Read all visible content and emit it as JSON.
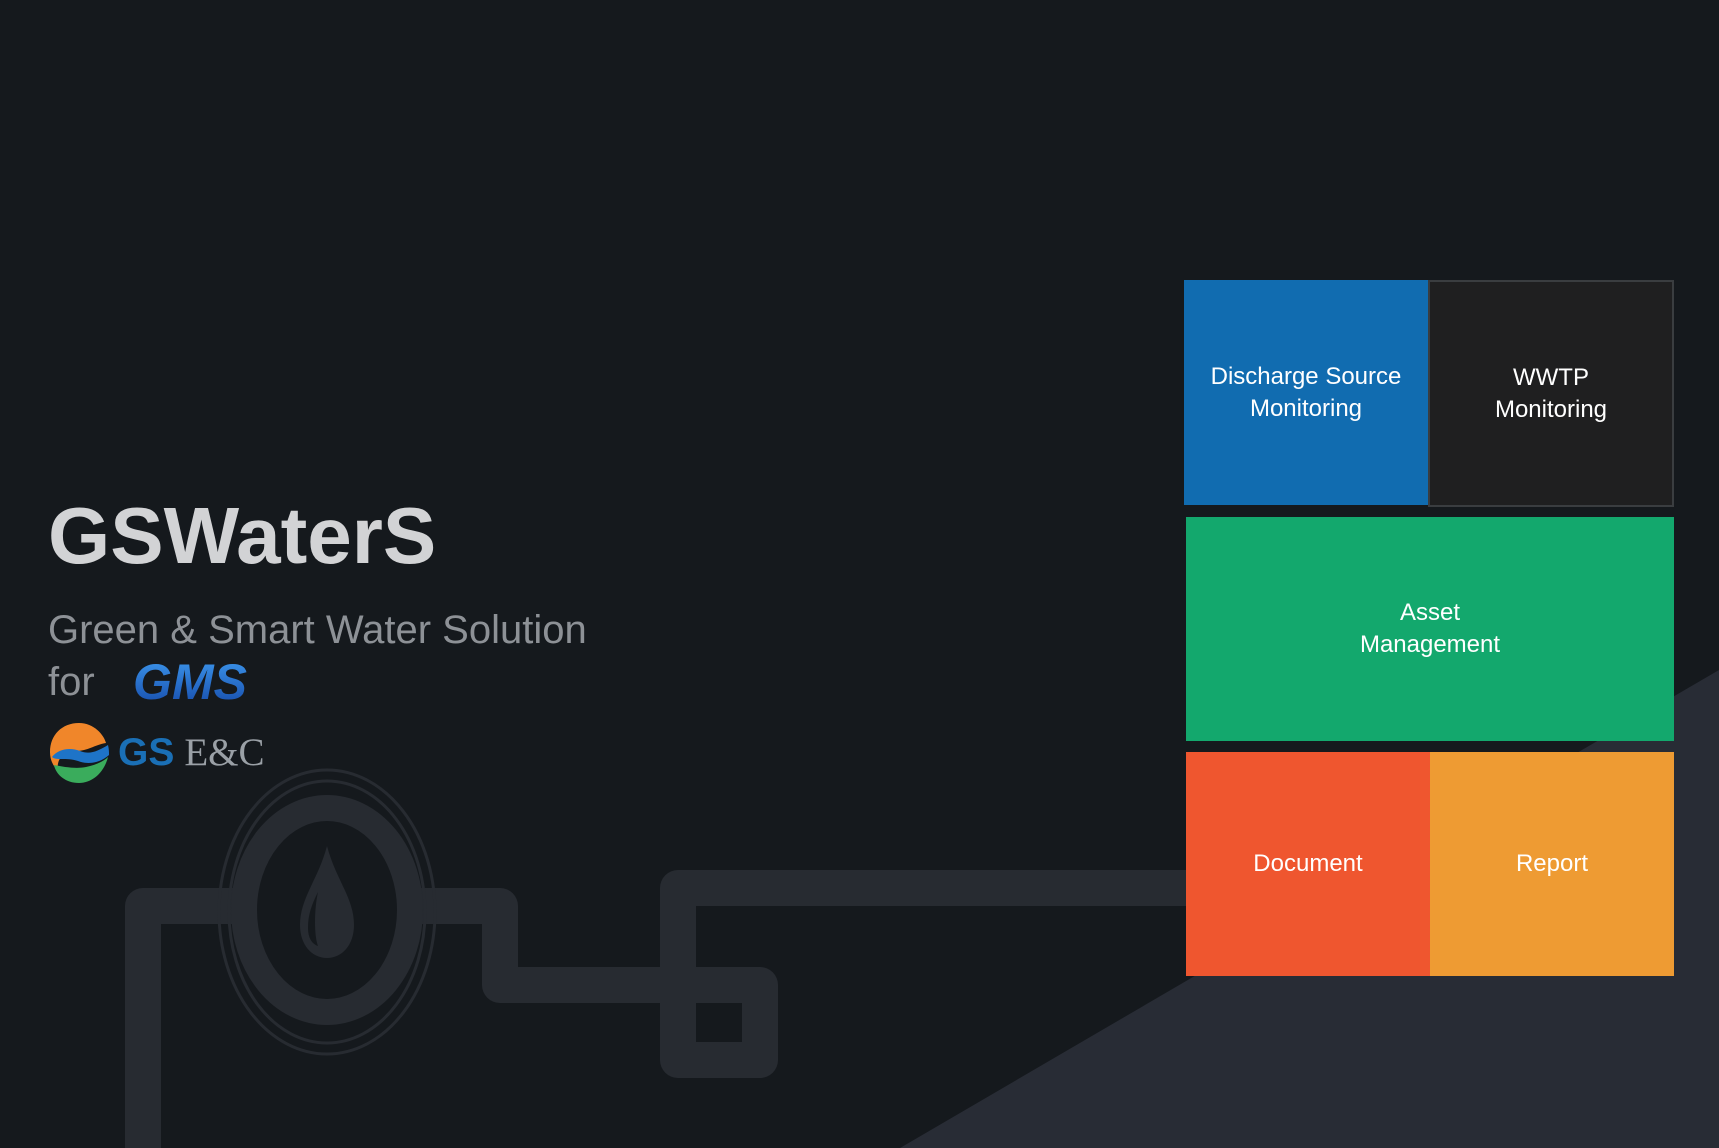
{
  "app": {
    "title": "GSWaterS",
    "tagline": "Green & Smart Water Solution",
    "for_label": "for",
    "client_logo_text": "GMS",
    "company_gs": "GS",
    "company_ec": "E&C"
  },
  "tiles": {
    "discharge": "Discharge Source\nMonitoring",
    "wwtp": "WWTP\nMonitoring",
    "asset": "Asset\nManagement",
    "document": "Document",
    "report": "Report"
  },
  "colors": {
    "background": "#15191d",
    "discharge": "#116cb0",
    "wwtp": "#1f1f20",
    "asset": "#13a86d",
    "document": "#ef562f",
    "report": "#ee9b33",
    "brand_blue": "#1a6fb5"
  },
  "icons": {
    "background": "pipe-water-drop-graphic",
    "company": "gs-swirl-logo"
  }
}
